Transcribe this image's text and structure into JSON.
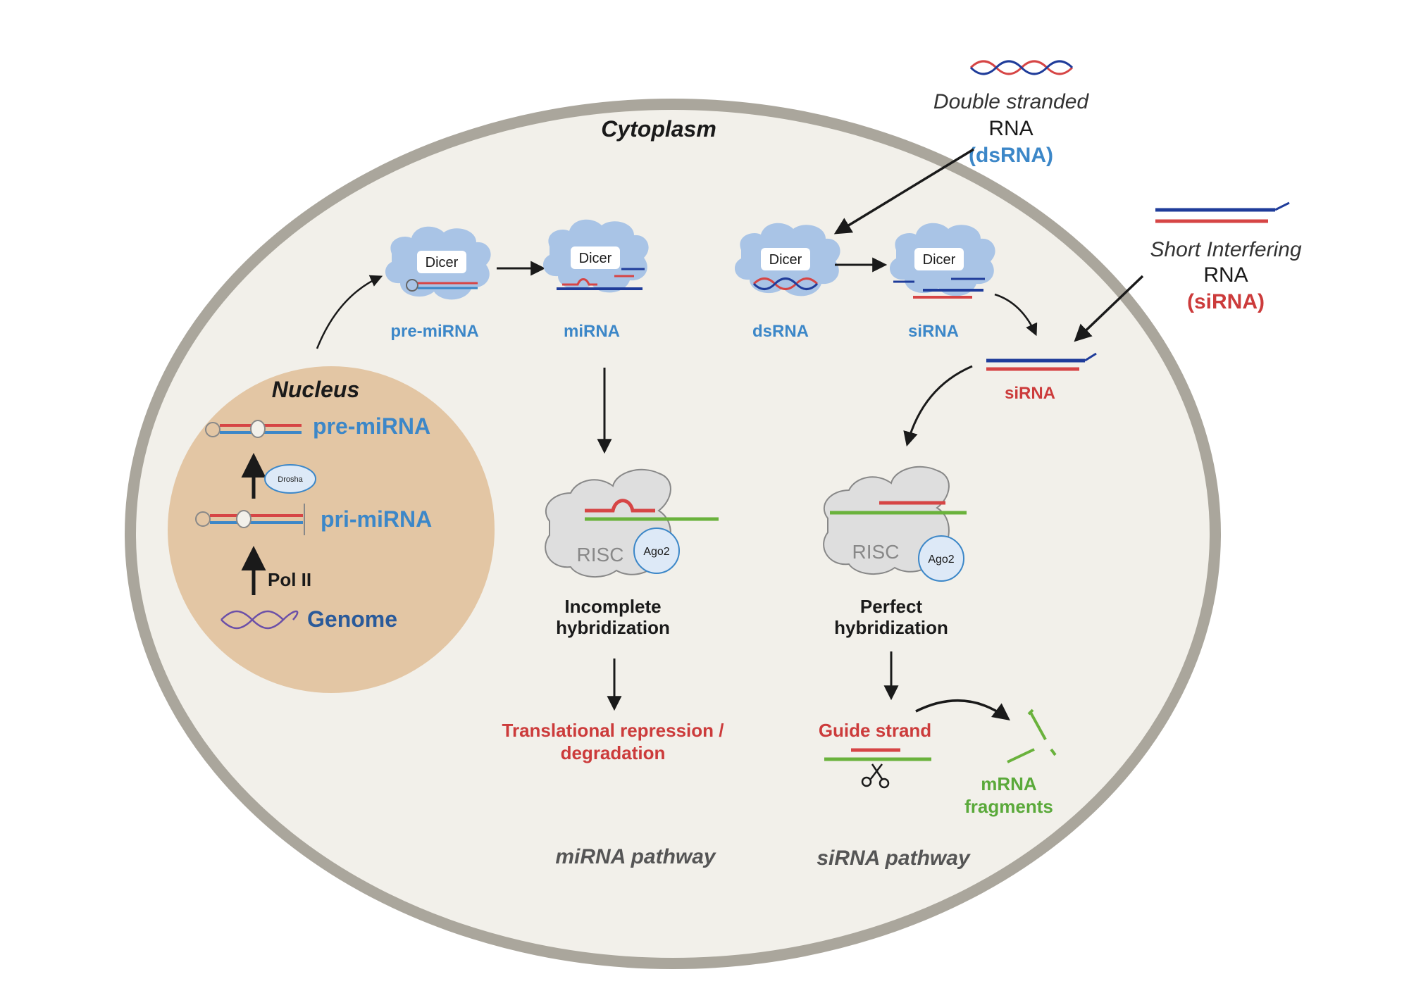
{
  "colors": {
    "cell_fill": "#f2f0ea",
    "cell_border": "#aaa69c",
    "nucleus_fill": "#e3c6a4",
    "dicer_fill": "#a9c4e6",
    "risc_fill": "#dedede",
    "blue_text": "#3c87c8",
    "red_text": "#cc3b3b",
    "green_text": "#5aa93a",
    "dark_text": "#1a1a1a",
    "gray_text": "#555555",
    "rna_red": "#d64545",
    "rna_blue": "#1f3c9a",
    "rna_green": "#6ab23c"
  },
  "labels": {
    "cytoplasm": "Cytoplasm",
    "nucleus": "Nucleus",
    "nucleus_pre_mirna": "pre-miRNA",
    "nucleus_pri_mirna": "pri-miRNA",
    "genome": "Genome",
    "drosha": "Drosha",
    "pol_ii": "Pol II",
    "dicer": "Dicer",
    "pre_mirna": "pre-miRNA",
    "mirna": "miRNA",
    "dsrna": "dsRNA",
    "sirna_dicer": "siRNA",
    "sirna_free": "siRNA",
    "ext_dsrna_line1": "Double stranded",
    "ext_dsrna_line2": "RNA",
    "ext_dsrna_line3": "(dsRNA)",
    "ext_sirna_line1": "Short Interfering",
    "ext_sirna_line2": "RNA",
    "ext_sirna_line3": "(siRNA)",
    "risc": "RISC",
    "ago2": "Ago2",
    "incomplete_line1": "Incomplete",
    "incomplete_line2": "hybridization",
    "perfect_line1": "Perfect",
    "perfect_line2": "hybridization",
    "repression_line1": "Translational repression /",
    "repression_line2": "degradation",
    "guide_strand": "Guide strand",
    "fragments_line1": "mRNA",
    "fragments_line2": "fragments",
    "mirna_pathway": "miRNA pathway",
    "sirna_pathway": "siRNA pathway"
  }
}
